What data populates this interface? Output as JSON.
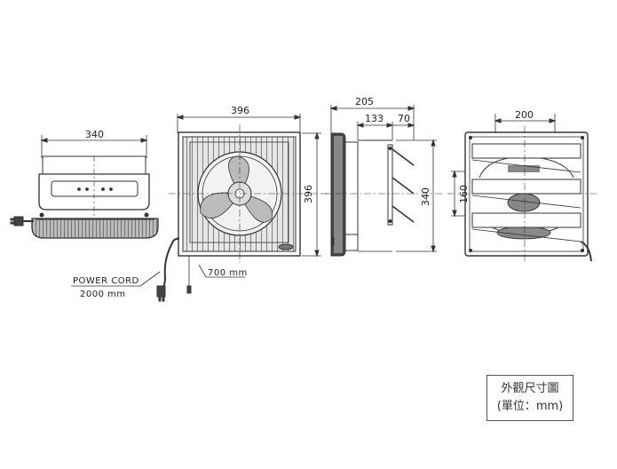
{
  "dimensions": {
    "front_width": "340",
    "panel_width": "396",
    "panel_height": "396",
    "side_depth_total": "205",
    "side_depth_body": "133",
    "side_depth_flap": "70",
    "side_height": "340",
    "back_width": "200",
    "back_height": "160"
  },
  "labels": {
    "power_cord": "POWER CORD",
    "power_cord_length": "2000 mm",
    "pull_cord_length": "700 mm"
  },
  "caption": {
    "title": "外觀尺寸圖",
    "unit": "(單位：mm)"
  },
  "colors": {
    "line": "#333333",
    "fill_dark": "#444444",
    "fill_light": "#cfcfcf"
  }
}
